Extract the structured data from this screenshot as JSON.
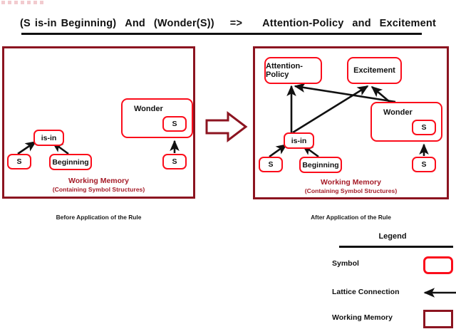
{
  "rule": {
    "tokens": [
      "(S",
      "is-in",
      "Beginning)",
      "And",
      "(Wonder(S))",
      "=>",
      "Attention-Policy",
      "and",
      "Excitement"
    ],
    "full_text": "(S is-in Beginning) And (Wonder(S))  =>  Attention-Policy  and  Excitement"
  },
  "colors": {
    "symbol_border": "#fb0d1b",
    "panel_border": "#8c1420",
    "wm_label": "#a61c28",
    "arrow": "#111111",
    "transform_arrow": "#8c1420",
    "text": "#111111",
    "background": "#ffffff"
  },
  "panels": {
    "before": {
      "caption": "Before Application of the Rule",
      "wm_label_line1": "Working Memory",
      "wm_label_line2": "(Containing Symbol Structures)",
      "nodes": {
        "is_in": "is-in",
        "s_left": "S",
        "beginning": "Beginning",
        "wonder": "Wonder",
        "wonder_s": "S",
        "s_right": "S"
      },
      "connections": [
        {
          "from": "s_left",
          "to": "is_in"
        },
        {
          "from": "beginning",
          "to": "is_in"
        },
        {
          "from": "s_right",
          "to": "wonder"
        }
      ]
    },
    "after": {
      "caption": "After Application of the Rule",
      "wm_label_line1": "Working Memory",
      "wm_label_line2": "(Containing Symbol Structures)",
      "nodes": {
        "attention_policy": "Attention-Policy",
        "excitement": "Excitement",
        "is_in": "is-in",
        "s_left": "S",
        "beginning": "Beginning",
        "wonder": "Wonder",
        "wonder_s": "S",
        "s_right": "S"
      },
      "connections": [
        {
          "from": "s_left",
          "to": "is_in"
        },
        {
          "from": "beginning",
          "to": "is_in"
        },
        {
          "from": "s_right",
          "to": "wonder"
        },
        {
          "from": "is_in",
          "to": "attention_policy"
        },
        {
          "from": "is_in",
          "to": "excitement"
        },
        {
          "from": "wonder",
          "to": "attention_policy"
        },
        {
          "from": "wonder",
          "to": "excitement"
        }
      ]
    }
  },
  "transform_arrow": {
    "direction": "right",
    "meaning": "rule application"
  },
  "legend": {
    "title": "Legend",
    "items": [
      {
        "label": "Symbol",
        "swatch": "rounded-red-rectangle"
      },
      {
        "label": "Lattice Connection",
        "swatch": "left-arrow"
      },
      {
        "label": "Working Memory",
        "swatch": "dark-red-rectangle"
      }
    ]
  }
}
